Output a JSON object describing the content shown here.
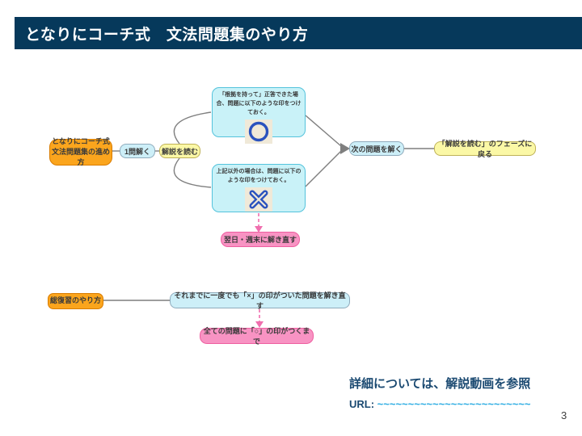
{
  "slide": {
    "title": "となりにコーチ式　文法問題集のやり方",
    "page_number": "3"
  },
  "colors": {
    "banner_navy": "#06395B",
    "orange_fill": "#FBA51D",
    "orange_border": "#D97C00",
    "blue_fill": "#CDEFF8",
    "yellow_fill": "#FBF8A6",
    "cyan_card_fill": "#C9F2F8",
    "cyan_card_border": "#54C3DC",
    "pink_fill": "#F893C3",
    "pink_border": "#EE5FA0",
    "mark_blue": "#2A52BE",
    "mark_tile_beige": "#F0E9D8",
    "connector_gray": "#7F7F7F",
    "footer_navy": "#1A4971",
    "url_light_blue": "#29ABE2"
  },
  "flowchart": {
    "start_node_line1": "となりにコーチ式",
    "start_node_line2": "文法問題集の進め方",
    "solve_node": "1問解く",
    "read_node": "解説を読む",
    "correct_case_text": "「根拠を持って」正答できた場合、問題に以下のような印をつけておく。",
    "correct_case_mark": "circle-mark",
    "incorrect_case_text": "上記以外の場合は、問題に以下のような印をつけておく。",
    "incorrect_case_mark": "cross-mark",
    "next_node": "次の問題を解く",
    "return_node": "「解説を読む」のフェーズに戻る",
    "redo_node": "翌日・週末に解き直す"
  },
  "review": {
    "start_node": "総復習のやり方",
    "redo_node": "それまでに一度でも「×」の印がついた問題を解き直す",
    "until_node": "全ての問題に「○」の印がつくまで"
  },
  "footer": {
    "note": "詳細については、解説動画を参照",
    "url_label": "URL:",
    "url_value": "~~~~~~~~~~~~~~~~~~~~~~~~~"
  }
}
